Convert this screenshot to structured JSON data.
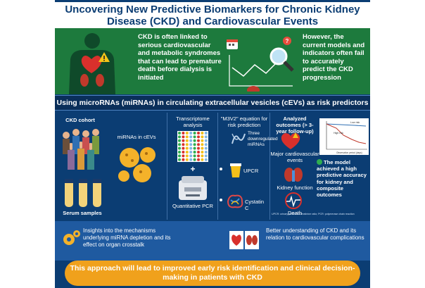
{
  "title": "Uncovering New Predictive Biomarkers for Chronic Kidney Disease (CKD) and Cardiovascular Events",
  "top": {
    "left_text": "CKD is often linked to serious cardiovascular and metabolic syndromes that can lead to premature death before dialysis is initiated",
    "right_text": "However, the current models and indicators often fail to accurately predict the CKD progression"
  },
  "band": "Using microRNAs (miRNAs) in circulating extracellular vesicles (cEVs) as risk predictors",
  "col1": {
    "cohort": "CKD cohort",
    "mirnas": "miRNAs in cEVs",
    "serum": "Serum samples"
  },
  "col2": {
    "transcriptome": "Transcriptome analysis",
    "plus": "+",
    "pcr": "Quantitative PCR"
  },
  "col3": {
    "equation": "\"M3V2\" equation for risk prediction",
    "downregulated": "Three downregulated miRNAs",
    "upcr": "UPCR",
    "cystatin": "Cystatin C"
  },
  "col4": {
    "outcomes": "Analyzed outcomes (> 3-year follow-up)",
    "cardio": "Major cardiovascular events",
    "kidney": "Kidney function",
    "death": "Death",
    "plot_low": "Low risk",
    "plot_high": "High risk",
    "plot_xlabel": "Observation period (days)",
    "model": "The model achieved a high predictive accuracy for kidney and composite outcomes",
    "footnote": "UPCR: urinary protein-to-creatinine ratio; PCR: polymerase chain reaction"
  },
  "bottom": {
    "insight": "Insights into the mechanisms underlying miRNA depletion and its effect on organ crosstalk",
    "better": "Better understanding of CKD and its relation to cardiovascular complications",
    "conclusion": "This approach will lead to improved early risk identification and clinical decision-making in patients with CKD"
  },
  "colors": {
    "poster_bg": "#0b3d73",
    "green_panel": "#1d7a3d",
    "band_bg": "#0a2f5a",
    "bottom_blue": "#1f5aa0",
    "orange": "#f0a11c"
  }
}
